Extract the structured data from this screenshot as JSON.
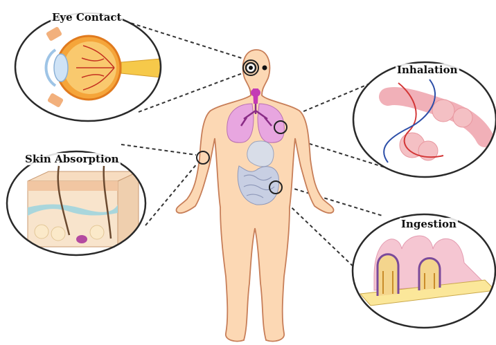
{
  "routes": [
    {
      "id": "eye",
      "label": "Eye Contact"
    },
    {
      "id": "inhalation",
      "label": "Inhalation"
    },
    {
      "id": "skin",
      "label": "Skin Absorption"
    },
    {
      "id": "ingestion",
      "label": "Ingestion"
    }
  ],
  "colors": {
    "skin": "#fcd8b4",
    "skin_outline": "#c77e58",
    "lungs": "#e8a6e0",
    "trachea": "#c43bb5",
    "stomach": "#d8dde8",
    "intestine": "#c8cfe3",
    "circle_outline": "#2a2a2a",
    "connector": "#333333"
  }
}
